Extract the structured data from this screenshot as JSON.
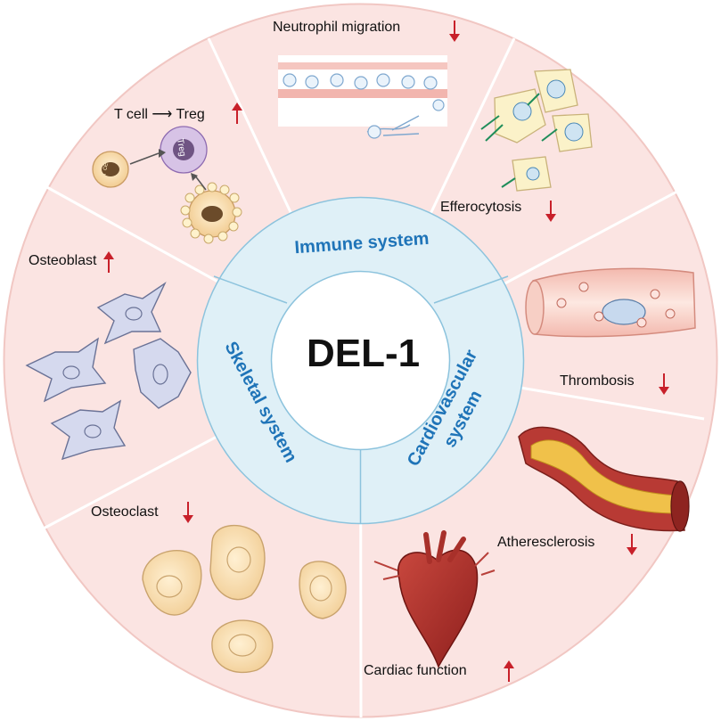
{
  "center": {
    "title": "DEL-1"
  },
  "systems": {
    "immune": "Immune system",
    "skeletal": "Skeletal system",
    "cardio_line1": "Cardiovascular",
    "cardio_line2": "system"
  },
  "effects": {
    "neutrophil_migration": {
      "label": "Neutrophil migration",
      "direction": "down"
    },
    "efferocytosis": {
      "label": "Efferocytosis",
      "direction": "down"
    },
    "t_cell": {
      "label_from": "T cell",
      "label_to": "Treg",
      "direction": "up"
    },
    "osteoblast": {
      "label": "Osteoblast",
      "direction": "up"
    },
    "osteoclast": {
      "label": "Osteoclast",
      "direction": "down"
    },
    "thrombosis": {
      "label": "Thrombosis",
      "direction": "down"
    },
    "atheresclerosis": {
      "label": "Atheresclerosis",
      "direction": "down"
    },
    "cardiac_function": {
      "label": "Cardiac function",
      "direction": "up"
    }
  },
  "cell_labels": {
    "treg_cell": "Treg",
    "t_cell": "T cell"
  },
  "colors": {
    "outer_ring": "#fbe4e2",
    "middle_ring": "#dff0f7",
    "system_text": "#1f74b8",
    "arrow": "#c8202a",
    "divider": "#ffffff"
  }
}
